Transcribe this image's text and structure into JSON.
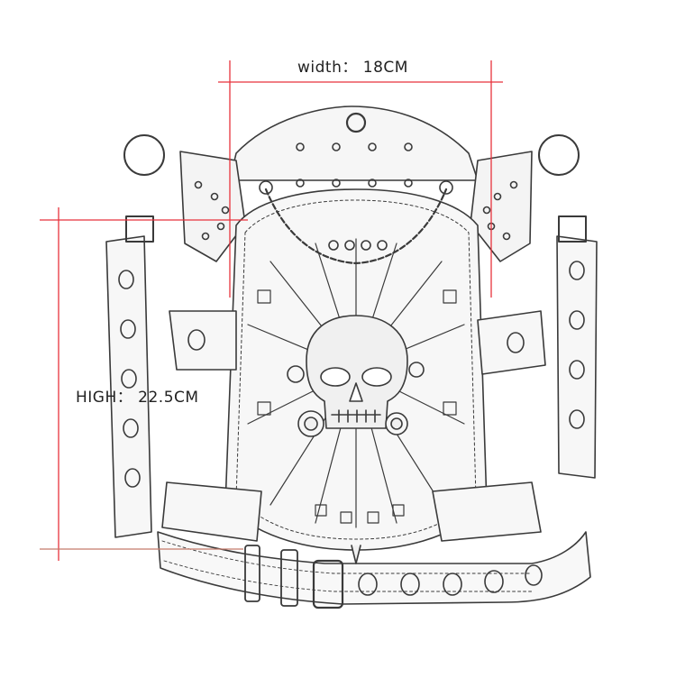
{
  "figure": {
    "subject": "skull-steampunk-leg-bag-line-drawing",
    "style": "pencil sketch, black-and-white"
  },
  "dimensions": {
    "width_label": "width： 18CM",
    "height_label": "HIGH： 22.5CM",
    "guide_color": "#e8323c",
    "bottom_guide_color": "#c47a6a"
  },
  "colors": {
    "background": "#ffffff",
    "ink": "#3a3a3a",
    "fill": "#f4f4f4"
  }
}
